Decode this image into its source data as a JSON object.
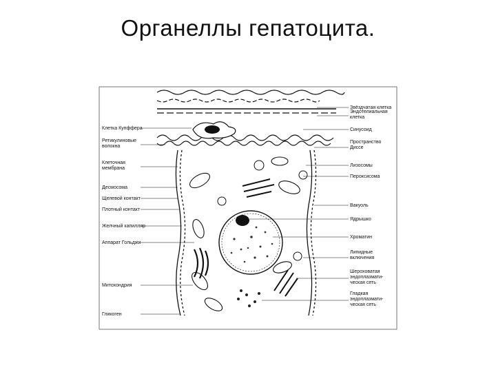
{
  "slide": {
    "title": "Органеллы гепатоцита."
  },
  "labels_left": [
    [
      "Клетка Купффера"
    ],
    [
      "Ретикулиновые",
      "волокна"
    ],
    [
      "Клеточная",
      "мембрана"
    ],
    [
      "Десмосома"
    ],
    [
      "Щелевой контакт"
    ],
    [
      "Плотный контакт"
    ],
    [
      "Желчный капилляр"
    ],
    [
      "Аппарат Гольджи"
    ],
    [
      "Митохондрия"
    ],
    [
      "Гликоген"
    ]
  ],
  "labels_right": [
    [
      "Звёздчатая клетка"
    ],
    [
      "Эндотелиальная",
      "клетка"
    ],
    [
      "Синусоид"
    ],
    [
      "Пространство",
      "Диссе"
    ],
    [
      "Лизосомы"
    ],
    [
      "Пероксисома"
    ],
    [
      "Вакуоль"
    ],
    [
      "Ядрышко"
    ],
    [
      "Хроматин"
    ],
    [
      "Липидные",
      "включения"
    ],
    [
      "Шероховатая",
      "эндоплазмати-",
      "ческая сеть"
    ],
    [
      "Гладкая",
      "эндоплазмати-",
      "ческая сеть"
    ]
  ]
}
